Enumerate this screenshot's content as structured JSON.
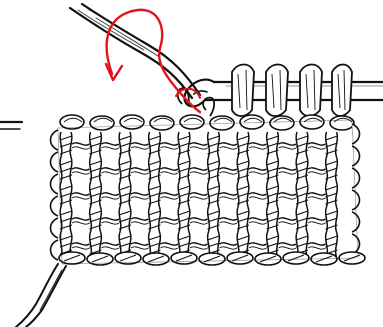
{
  "colors": {
    "ink": "#111111",
    "paper": "#ffffff",
    "arrow": "#e0141b"
  },
  "figure": {
    "subject": "crochet-swatch-with-hook",
    "components": [
      "working-yarn",
      "crochet-hook",
      "stitch-fabric",
      "loops-on-hook",
      "direction-arrow",
      "pattern-edge-marker",
      "yarn-tail"
    ]
  }
}
